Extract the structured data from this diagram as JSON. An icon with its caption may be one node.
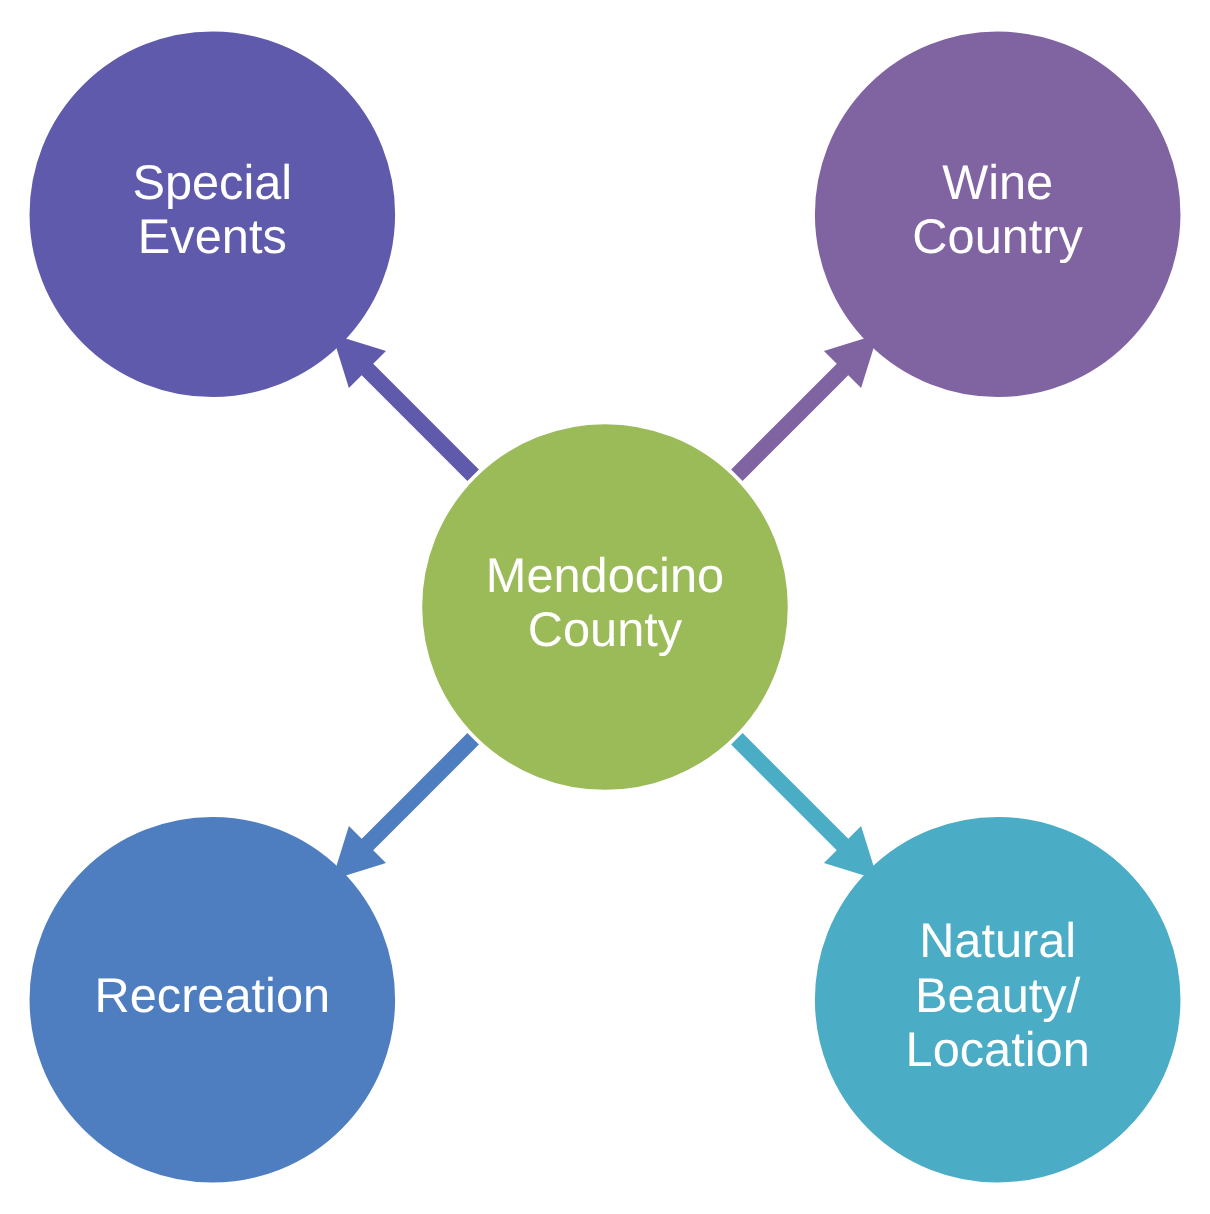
{
  "diagram": {
    "nodes": [
      {
        "text": [
          "Mendocino County"
        ]
      },
      {
        "text": [
          "Wine Country"
        ]
      },
      {
        "text": [
          "Special Events"
        ]
      },
      {
        "text": [
          "Recreation"
        ]
      },
      {
        "text": [
          "Natural Beauty/ Location"
        ]
      }
    ],
    "edges": [
      {
        "from": 0,
        "to": 1,
        "arrow": "to",
        "color": "#8064a2"
      },
      {
        "from": 0,
        "to": 2,
        "arrow": "to",
        "color": "#5f5aab"
      },
      {
        "from": 0,
        "to": 3,
        "arrow": "to",
        "color": "#4f7ec0"
      },
      {
        "from": 0,
        "to": 4,
        "arrow": "to",
        "color": "#4bacc6"
      }
    ]
  }
}
